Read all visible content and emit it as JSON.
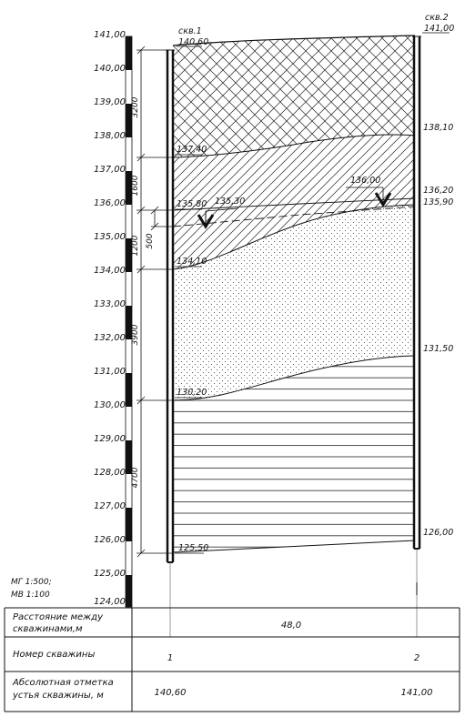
{
  "scale": {
    "horizontal": "МГ 1:500;",
    "vertical": "МВ 1:100"
  },
  "elevation_axis": {
    "ticks": [
      "141,00",
      "140,00",
      "139,00",
      "138,00",
      "137,00",
      "136,00",
      "135,00",
      "134,00",
      "133,00",
      "132,00",
      "131,00",
      "130,00",
      "129,00",
      "128,00",
      "127,00",
      "126,00",
      "125,00",
      "124,00"
    ]
  },
  "boreholes": [
    {
      "name": "скв.1",
      "top": "140,60",
      "label_number": "1"
    },
    {
      "name": "скв.2",
      "top": "141,00",
      "label_number": "2"
    }
  ],
  "bh1_marks": {
    "layer1_bottom": "137,40",
    "water_appear": "135,80",
    "water_steady": "135,30",
    "layer2_bottom": "134,10",
    "layer3_bottom": "130,20",
    "bottom": "125,50"
  },
  "bh2_marks": {
    "layer1_bottom": "138,10",
    "water_appear": "136,20",
    "water_steady": "135,90",
    "water_label": "136,00",
    "layer3_bottom": "131,50",
    "bottom": "126,00"
  },
  "thickness_dims": [
    "3200",
    "1600",
    "1200",
    "500",
    "3900",
    "4700"
  ],
  "table": {
    "row1_label_line1": "Расстояние между",
    "row1_label_line2": "скважинами,м",
    "row1_value": "48,0",
    "row2_label": "Номер скважины",
    "row3_label_line1": "Абсолютная отметка",
    "row3_label_line2": "устья скважины, м"
  },
  "colors": {
    "line": "#111111",
    "background": "#ffffff"
  }
}
